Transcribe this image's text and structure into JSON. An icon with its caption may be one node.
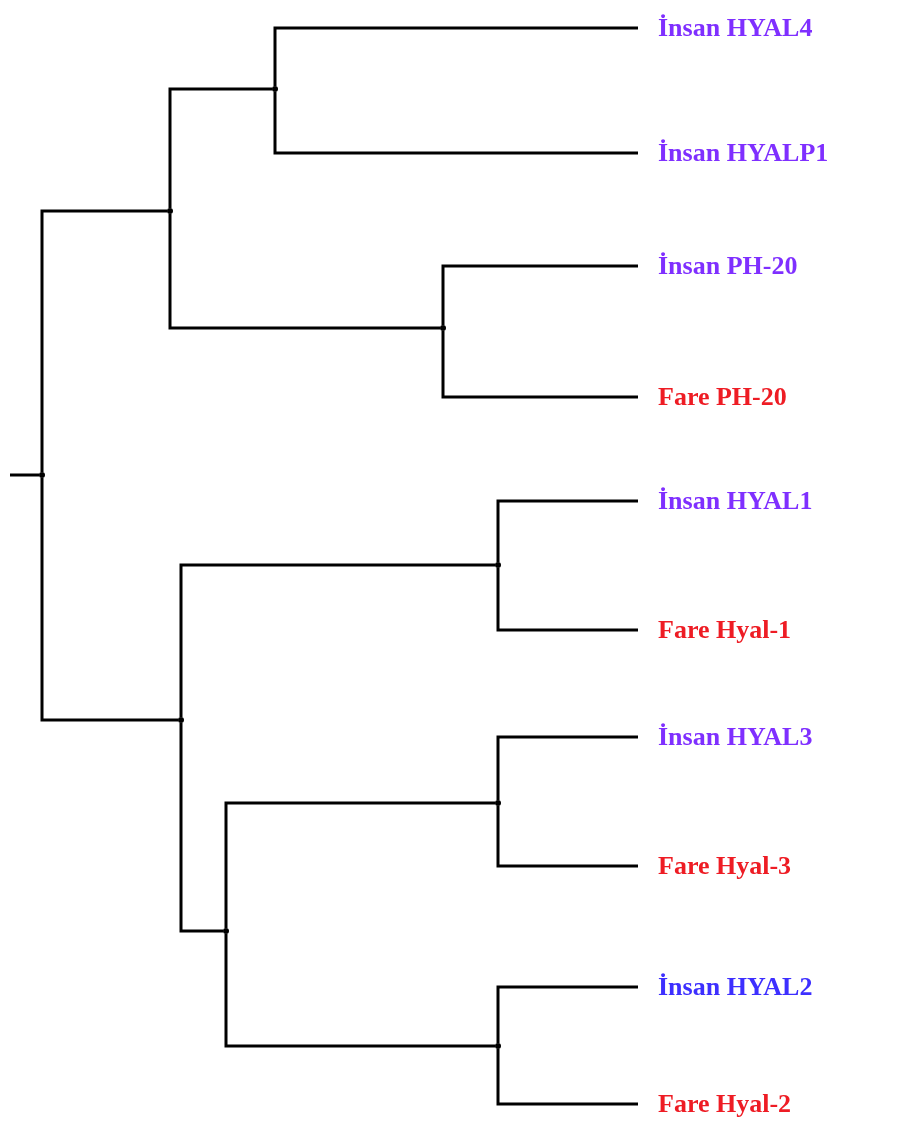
{
  "diagram": {
    "nodes": [
      {
        "text": [
          "İnsan HYAL4"
        ]
      },
      {
        "text": [
          "İnsan HYALP1"
        ]
      },
      {
        "text": [
          "İnsan PH-20"
        ]
      },
      {
        "text": [
          "Fare PH-20"
        ]
      },
      {
        "text": [
          "İnsan HYAL1"
        ]
      },
      {
        "text": [
          "Fare Hyal-1"
        ]
      },
      {
        "text": [
          "İnsan HYAL3"
        ]
      },
      {
        "text": [
          "Fare Hyal-3"
        ]
      },
      {
        "text": [
          "İnsan HYAL2"
        ]
      },
      {
        "text": [
          "Fare Hyal-2"
        ]
      },
      {
        "text": [],
        "shape": "point"
      },
      {
        "text": [],
        "shape": "point"
      },
      {
        "text": [],
        "shape": "point"
      },
      {
        "text": [],
        "shape": "point"
      },
      {
        "text": [],
        "shape": "point"
      },
      {
        "text": [],
        "shape": "point"
      },
      {
        "text": [],
        "shape": "point"
      },
      {
        "text": [],
        "shape": "point"
      },
      {
        "text": [],
        "shape": "point"
      }
    ],
    "edges": [
      {
        "from": null,
        "to": 10,
        "arrow": "none"
      },
      {
        "from": 10,
        "to": 11,
        "arrow": "none"
      },
      {
        "from": 10,
        "to": 14,
        "arrow": "none"
      },
      {
        "from": 11,
        "to": 12,
        "arrow": "none"
      },
      {
        "from": 11,
        "to": 13,
        "arrow": "none"
      },
      {
        "from": 12,
        "to": 0,
        "arrow": "none"
      },
      {
        "from": 12,
        "to": 1,
        "arrow": "none"
      },
      {
        "from": 13,
        "to": 2,
        "arrow": "none"
      },
      {
        "from": 13,
        "to": 3,
        "arrow": "none"
      },
      {
        "from": 14,
        "to": 15,
        "arrow": "none"
      },
      {
        "from": 14,
        "to": 16,
        "arrow": "none"
      },
      {
        "from": 15,
        "to": 4,
        "arrow": "none"
      },
      {
        "from": 15,
        "to": 5,
        "arrow": "none"
      },
      {
        "from": 16,
        "to": 17,
        "arrow": "none"
      },
      {
        "from": 16,
        "to": 18,
        "arrow": "none"
      },
      {
        "from": 17,
        "to": 6,
        "arrow": "none"
      },
      {
        "from": 17,
        "to": 7,
        "arrow": "none"
      },
      {
        "from": 18,
        "to": 8,
        "arrow": "none"
      },
      {
        "from": 18,
        "to": 9,
        "arrow": "none"
      }
    ]
  }
}
